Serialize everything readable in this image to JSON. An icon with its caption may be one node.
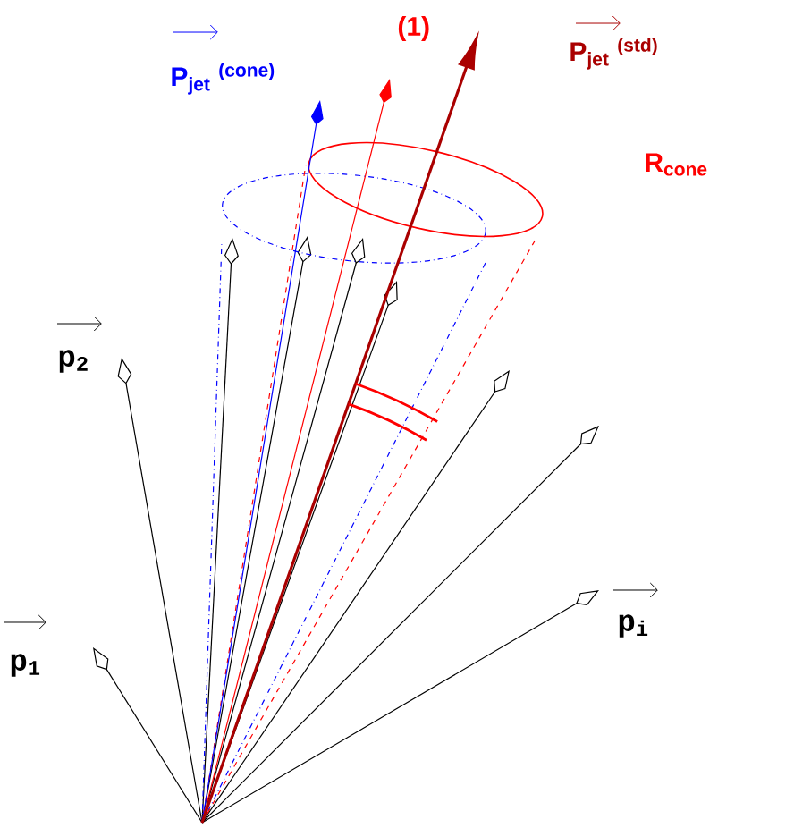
{
  "diagram": {
    "labels": [
      "(1)",
      "P$_{jet}$ $^{(std)}$",
      "P$_{jet}$ $^{(cone)}$",
      "R$_{cone}$",
      "p$_{2}$",
      "p$_{i}$",
      "p$_{1}$"
    ]
  }
}
